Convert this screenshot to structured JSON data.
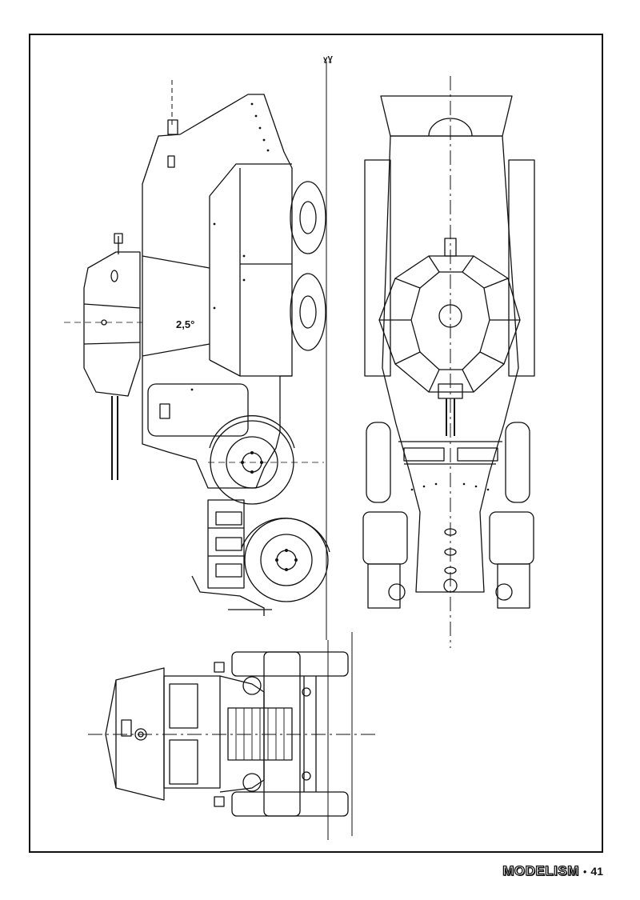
{
  "drawing": {
    "annotations": {
      "turret_angle": "2,5°",
      "top_mark": "ɣƔ"
    },
    "colors": {
      "ink": "#111111",
      "paper": "#ffffff"
    }
  },
  "footer": {
    "magazine": "MODELISM",
    "separator": "•",
    "page_number": "41"
  }
}
